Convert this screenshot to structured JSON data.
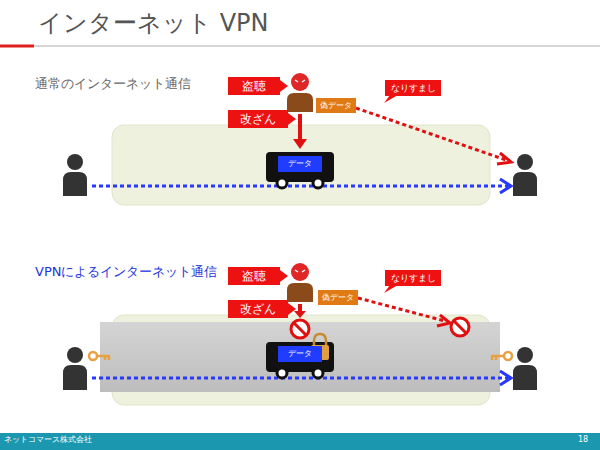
{
  "diagram": {
    "title": "インターネット VPN",
    "nodes": [
      {
        "text": [
          "盗聴"
        ]
      },
      {
        "text": [
          "なりすまし"
        ]
      },
      {
        "text": [
          "改ざん"
        ]
      },
      {
        "text": [
          "偽データ"
        ]
      },
      {
        "text": [
          "データ"
        ]
      },
      {
        "text": [
          "盗聴"
        ]
      },
      {
        "text": [
          "なりすまし"
        ]
      },
      {
        "text": [
          "改ざん"
        ]
      },
      {
        "text": [
          "偽データ"
        ]
      },
      {
        "text": [
          "データ"
        ]
      }
    ],
    "labels": [
      "通常のインターネット通信",
      "VPNによるインターネット通信",
      "ネットコマース株式会社",
      "18"
    ]
  }
}
